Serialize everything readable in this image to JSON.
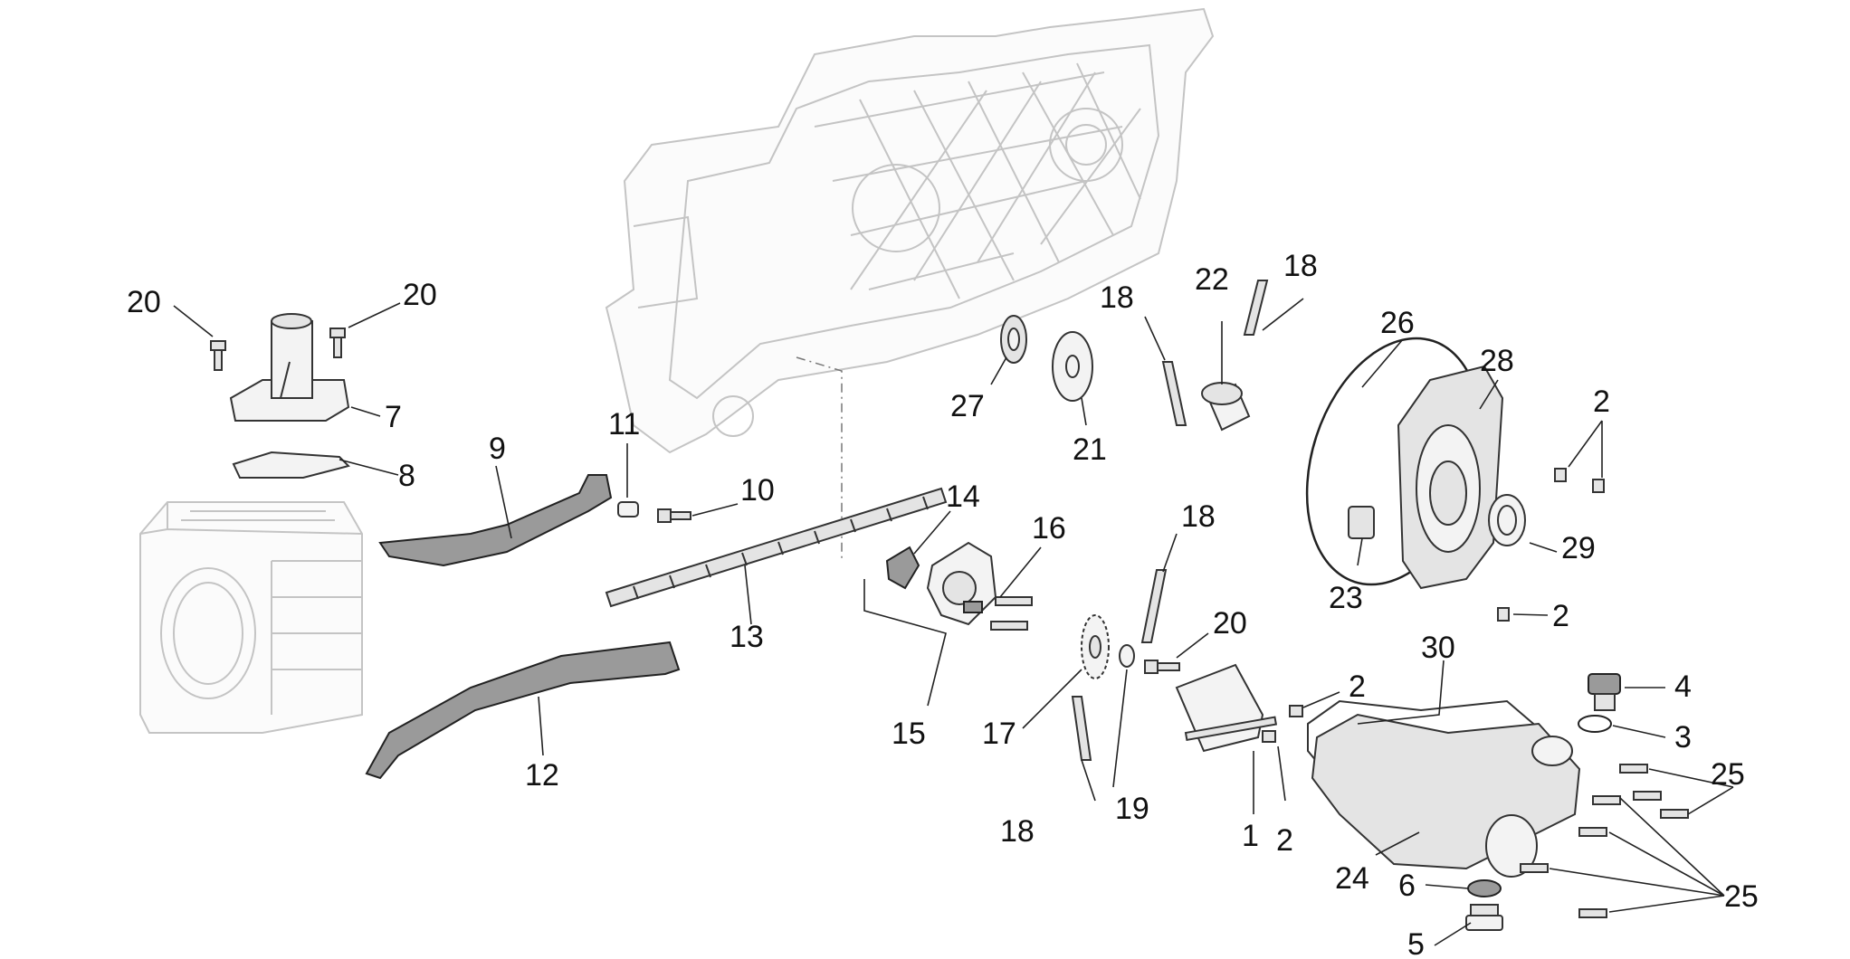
{
  "labels": {
    "l20a": "20",
    "l20b": "20",
    "l7": "7",
    "l8": "8",
    "l9": "9",
    "l11": "11",
    "l10": "10",
    "l14": "14",
    "l13": "13",
    "l16": "16",
    "l12": "12",
    "l15": "15",
    "l17": "17",
    "l27": "27",
    "l21": "21",
    "l18a": "18",
    "l22": "22",
    "l18b": "18",
    "l26": "26",
    "l28": "28",
    "l2a": "2",
    "l29": "29",
    "l23": "23",
    "l2b": "2",
    "l18c": "18",
    "l20c": "20",
    "l30": "30",
    "l2c": "2",
    "l4": "4",
    "l3": "3",
    "l25a": "25",
    "l19": "19",
    "l1": "1",
    "l2d": "2",
    "l18d": "18",
    "l24": "24",
    "l6": "6",
    "l25b": "25",
    "l5": "5"
  }
}
